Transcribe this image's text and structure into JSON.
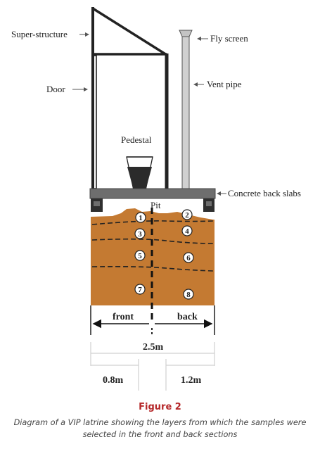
{
  "labels": {
    "super_structure": "Super-structure",
    "door": "Door",
    "fly_screen": "Fly screen",
    "vent_pipe": "Vent pipe",
    "pedestal": "Pedestal",
    "concrete_back_slabs": "Concrete back slabs",
    "pit": "Pit",
    "front": "front",
    "back": "back"
  },
  "samples": [
    "1",
    "2",
    "3",
    "4",
    "5",
    "6",
    "7",
    "8"
  ],
  "dimensions": {
    "total": "2.5m",
    "front_width": "0.8m",
    "back_width": "1.2m"
  },
  "caption": {
    "title": "Figure 2",
    "text": "Diagram of a VIP latrine showing the layers from which the samples were selected in the front and back sections"
  },
  "colors": {
    "soil": "#c47a32",
    "slab": "#6e6e6e",
    "block": "#2f2f2f",
    "caption_title": "#b5282a"
  }
}
